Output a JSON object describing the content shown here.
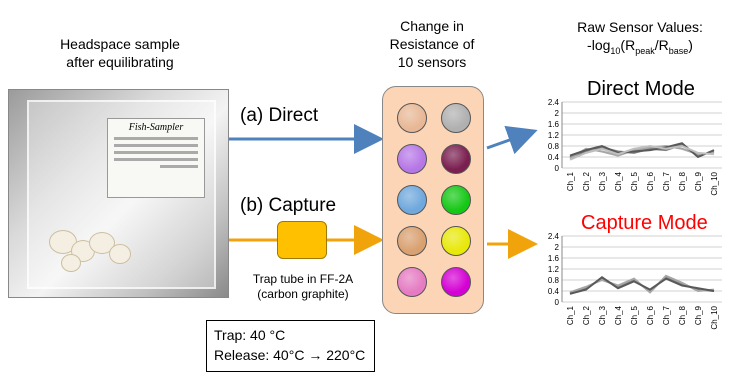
{
  "sample": {
    "line1": "Headspace sample",
    "line2": "after equilibrating"
  },
  "photo_label": {
    "title": "Fish-Sampler"
  },
  "change": {
    "line1": "Change in",
    "line2": "Resistance of",
    "line3": "10 sensors"
  },
  "raw": {
    "line1": "Raw Sensor Values:",
    "prefix": "-log",
    "sub10": "10",
    "paren_open": "(R",
    "sub_peak": "peak",
    "slash": "/R",
    "sub_base": "base",
    "paren_close": ")"
  },
  "modes": {
    "direct_label": "(a) Direct",
    "capture_label": "(b) Capture"
  },
  "trap": {
    "line1": "Trap tube in FF-2A",
    "line2": "(carbon graphite)"
  },
  "conditions": {
    "trap": "Trap: 40 °C",
    "release": "Release: 40°C → 220°C"
  },
  "colors": {
    "arrow_direct": "#4f81bd",
    "arrow_capture": "#f0a30a",
    "box_fill": "#fbd5b5",
    "trap_fill": "#ffc000",
    "capture_title": "#ff0000"
  },
  "sensors": [
    "#e8b896",
    "#b0b0b0",
    "#b677e6",
    "#7a1f4f",
    "#6fa8dc",
    "#16c816",
    "#d9a070",
    "#e8e80a",
    "#e57bc2",
    "#d400d4"
  ],
  "chart_data": [
    {
      "type": "line",
      "title": "Direct Mode",
      "categories": [
        "Ch_1",
        "Ch_2",
        "Ch_3",
        "Ch_4",
        "Ch_5",
        "Ch_6",
        "Ch_7",
        "Ch_8",
        "Ch_9",
        "Ch_10"
      ],
      "y_ticks": [
        "0",
        "0.4",
        "0.8",
        "1.2",
        "1.6",
        "2",
        "2.4"
      ],
      "ylim": [
        0,
        2.4
      ],
      "series": [
        {
          "values": [
            0.4,
            0.6,
            0.75,
            0.6,
            0.55,
            0.7,
            0.65,
            0.85,
            0.45,
            0.6
          ]
        },
        {
          "values": [
            0.35,
            0.7,
            0.6,
            0.45,
            0.65,
            0.75,
            0.8,
            0.7,
            0.5,
            0.55
          ]
        },
        {
          "values": [
            0.45,
            0.65,
            0.8,
            0.55,
            0.6,
            0.65,
            0.75,
            0.9,
            0.4,
            0.65
          ]
        },
        {
          "values": [
            0.3,
            0.55,
            0.7,
            0.5,
            0.7,
            0.8,
            0.7,
            0.8,
            0.55,
            0.5
          ]
        }
      ],
      "grid": true
    },
    {
      "type": "line",
      "title": "Capture Mode",
      "categories": [
        "Ch_1",
        "Ch_2",
        "Ch_3",
        "Ch_4",
        "Ch_5",
        "Ch_6",
        "Ch_7",
        "Ch_8",
        "Ch_9",
        "Ch_10"
      ],
      "y_ticks": [
        "0",
        "0.4",
        "0.8",
        "1.2",
        "1.6",
        "2",
        "2.4"
      ],
      "ylim": [
        0,
        2.4
      ],
      "series": [
        {
          "values": [
            0.3,
            0.5,
            0.85,
            0.55,
            0.8,
            0.4,
            0.9,
            0.65,
            0.45,
            0.4
          ]
        },
        {
          "values": [
            0.35,
            0.55,
            0.8,
            0.6,
            0.85,
            0.35,
            0.95,
            0.7,
            0.4,
            0.45
          ]
        },
        {
          "values": [
            0.3,
            0.45,
            0.9,
            0.5,
            0.75,
            0.45,
            0.85,
            0.6,
            0.5,
            0.4
          ]
        }
      ],
      "grid": true
    }
  ]
}
